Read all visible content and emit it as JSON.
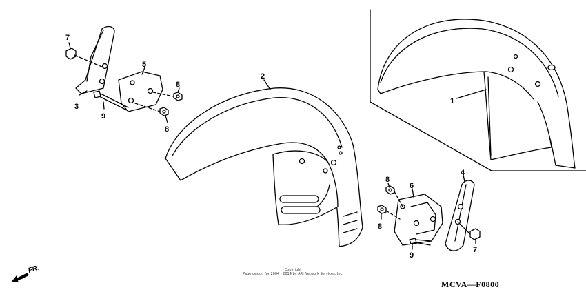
{
  "diagram_code": "MCVA—F0800",
  "copyright": {
    "line1": "Copyright",
    "line2": "Page design for 2004 - 2014 by ARI Network Services, Inc."
  },
  "direction_label": "FR.",
  "callouts": [
    {
      "id": "c1",
      "text": "1"
    },
    {
      "id": "c2",
      "text": "2"
    },
    {
      "id": "c3",
      "text": "3"
    },
    {
      "id": "c4",
      "text": "4"
    },
    {
      "id": "c5",
      "text": "5"
    },
    {
      "id": "c6",
      "text": "6"
    },
    {
      "id": "c7a",
      "text": "7"
    },
    {
      "id": "c7b",
      "text": "7"
    },
    {
      "id": "c8a",
      "text": "8"
    },
    {
      "id": "c8b",
      "text": "8"
    },
    {
      "id": "c8c",
      "text": "8"
    },
    {
      "id": "c8d",
      "text": "8"
    },
    {
      "id": "c9a",
      "text": "9"
    },
    {
      "id": "c9b",
      "text": "9"
    }
  ]
}
